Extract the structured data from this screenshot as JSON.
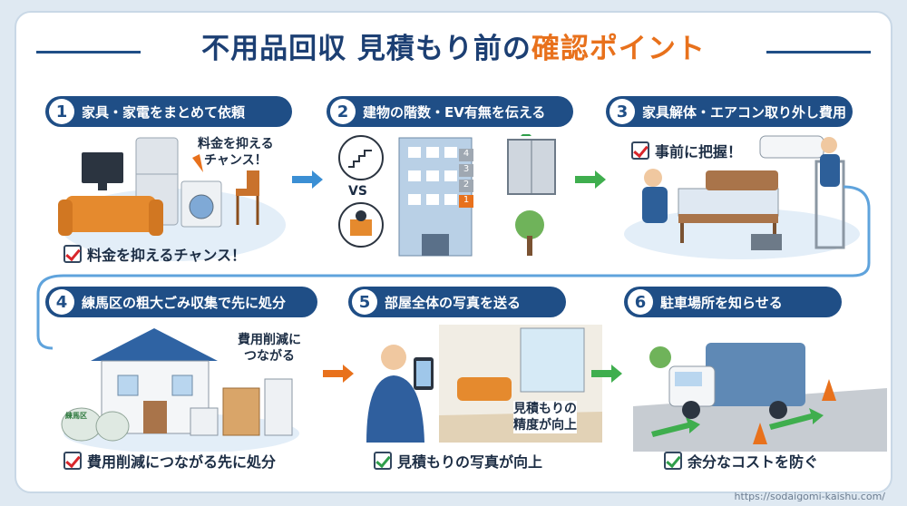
{
  "title": {
    "main": "不用品回収 見積もり前の",
    "accent": "確認ポイント"
  },
  "panels": [
    {
      "num": "1",
      "label": "家具・家電をまとめて依頼",
      "note": "料金を抑える\nチャンス！",
      "check": "料金を抑えるチャンス！"
    },
    {
      "num": "2",
      "label": "建物の階数・EV有無を伝える",
      "vs": "VS",
      "floors": [
        "4",
        "3",
        "2",
        "1"
      ]
    },
    {
      "num": "3",
      "label": "家具解体・エアコン取り外し費用",
      "note": "事前に把握！"
    },
    {
      "num": "4",
      "label": "練馬区の粗大ごみ収集で先に処分",
      "note": "費用削減に\nつながる",
      "bag_label": "練馬区",
      "check": "費用削減につながる先に処分"
    },
    {
      "num": "5",
      "label": "部屋全体の写真を送る",
      "note": "見積もりの\n精度が向上",
      "check": "見積もりの写真が向上"
    },
    {
      "num": "6",
      "label": "駐車場所を知らせる",
      "check": "余分なコストを防ぐ"
    }
  ],
  "footer": "https://sodaigomi-kaishu.com/",
  "colors": {
    "navy": "#1f4e86",
    "orange": "#e8711c",
    "red_check": "#d8262b",
    "green_check": "#2f9e4a"
  }
}
